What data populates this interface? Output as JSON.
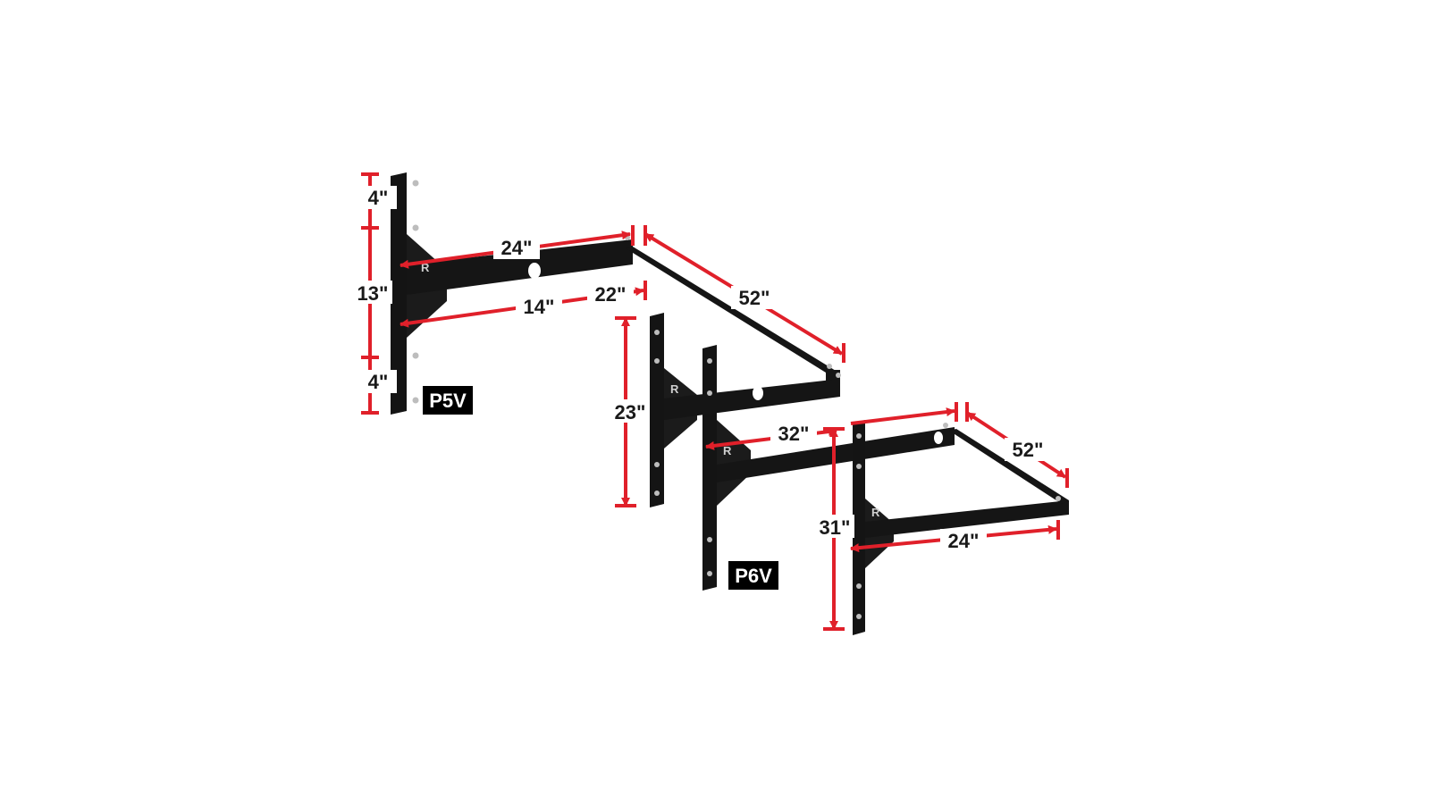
{
  "colors": {
    "steel": "#141414",
    "steel_edge": "#2a2a2a",
    "dimension": "#e0202a",
    "bolt": "#bdbdbd",
    "label_bg": "#000000",
    "label_text": "#ffffff",
    "text": "#1a1a1a"
  },
  "models": {
    "p5v": {
      "label": "P5V"
    },
    "p6v": {
      "label": "P6V"
    }
  },
  "logo_mark": "R",
  "dimensions": {
    "p5v_top_gap": "4\"",
    "p5v_plate_mid": "13\"",
    "p5v_bottom_gap": "4\"",
    "p5v_upper_arm": "24\"",
    "p5v_lower_arm": "14\"",
    "p5v_offset": "22\"",
    "p5v_bar_width": "52\"",
    "p6v_plate_height": "23\"",
    "p6v_upper_arm": "32\"",
    "p6v_rear_height": "31\"",
    "p6v_bar_width": "52\"",
    "p6v_lower_arm": "24\""
  }
}
